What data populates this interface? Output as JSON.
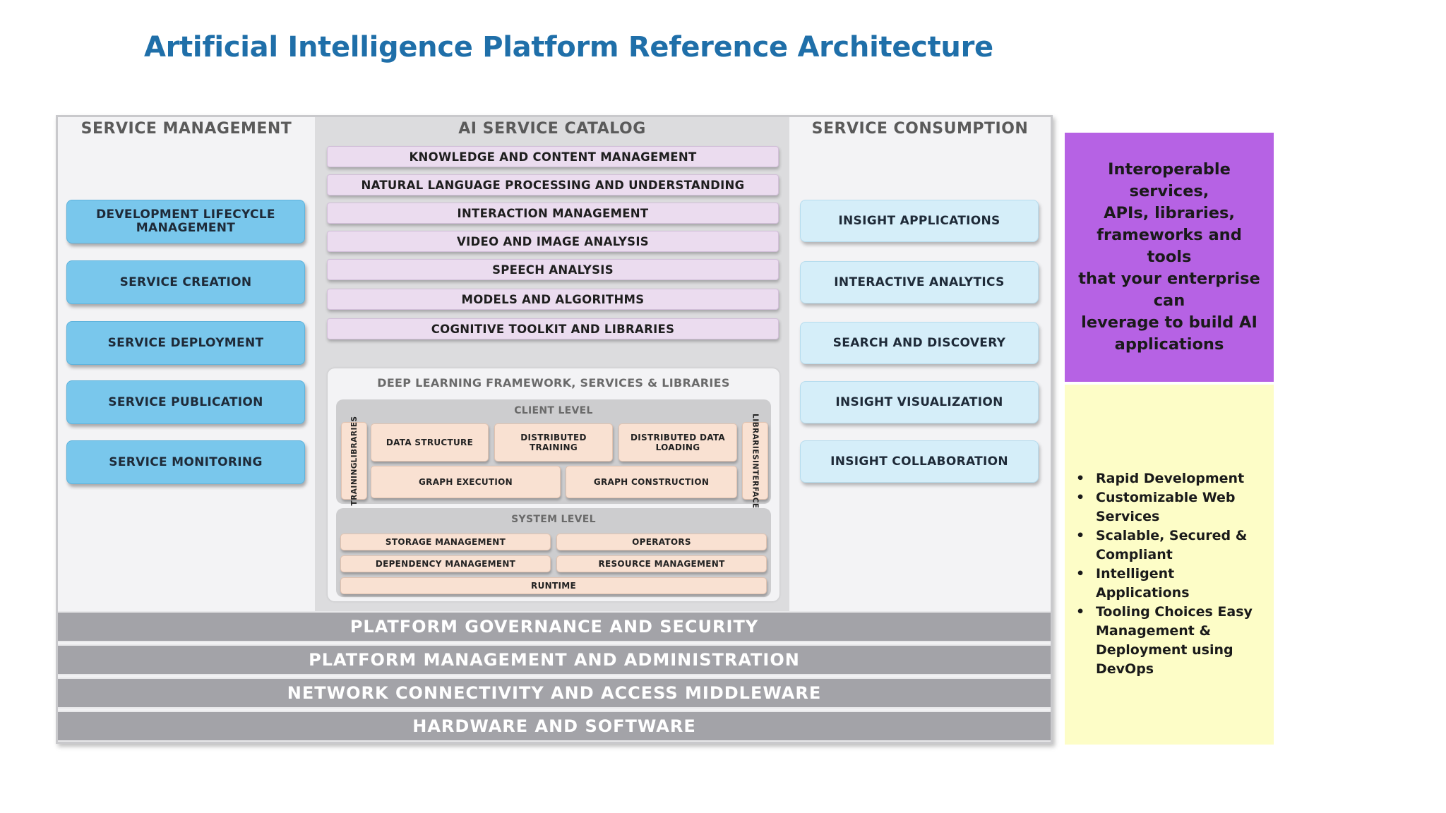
{
  "title": "Artificial Intelligence Platform Reference Architecture",
  "service_management": {
    "heading": "SERVICE MANAGEMENT",
    "items": [
      {
        "line1": "DEVELOPMENT LIFECYCLE",
        "line2": "MANAGEMENT"
      },
      {
        "line1": "SERVICE CREATION",
        "line2": ""
      },
      {
        "line1": "SERVICE DEPLOYMENT",
        "line2": ""
      },
      {
        "line1": "SERVICE PUBLICATION",
        "line2": ""
      },
      {
        "line1": "SERVICE MONITORING",
        "line2": ""
      }
    ]
  },
  "ai_service_catalog": {
    "heading": "AI SERVICE CATALOG",
    "items": [
      "KNOWLEDGE AND CONTENT MANAGEMENT",
      "NATURAL LANGUAGE PROCESSING AND UNDERSTANDING",
      "INTERACTION MANAGEMENT",
      "VIDEO AND IMAGE ANALYSIS",
      "SPEECH ANALYSIS",
      "MODELS AND ALGORITHMS",
      "COGNITIVE TOOLKIT AND LIBRARIES"
    ],
    "deep_learning": {
      "heading": "DEEP LEARNING FRAMEWORK, SERVICES & LIBRARIES",
      "client_level": {
        "heading": "CLIENT LEVEL",
        "training_libraries": {
          "line1": "TRAINING",
          "line2": "LIBRARIES"
        },
        "interface_libraries": {
          "line1": "INTERFACE",
          "line2": "LIBRARIES"
        },
        "data_structure": "DATA STRUCTURE",
        "distributed_training": {
          "line1": "DISTRIBUTED",
          "line2": "TRAINING"
        },
        "distributed_data_loading": {
          "line1": "DISTRIBUTED DATA",
          "line2": "LOADING"
        },
        "graph_execution": "GRAPH EXECUTION",
        "graph_construction": "GRAPH CONSTRUCTION"
      },
      "system_level": {
        "heading": "SYSTEM LEVEL",
        "storage_management": "STORAGE MANAGEMENT",
        "operators": "OPERATORS",
        "dependency_management": "DEPENDENCY MANAGEMENT",
        "resource_management": "RESOURCE MANAGEMENT",
        "runtime": "RUNTIME"
      }
    }
  },
  "service_consumption": {
    "heading": "SERVICE CONSUMPTION",
    "items": [
      "INSIGHT APPLICATIONS",
      "INTERACTIVE ANALYTICS",
      "SEARCH AND DISCOVERY",
      "INSIGHT VISUALIZATION",
      "INSIGHT COLLABORATION"
    ]
  },
  "bottom_layers": [
    "PLATFORM GOVERNANCE AND SECURITY",
    "PLATFORM MANAGEMENT AND ADMINISTRATION",
    "NETWORK CONNECTIVITY AND ACCESS MIDDLEWARE",
    "HARDWARE AND SOFTWARE"
  ],
  "purple_callout": {
    "lines": [
      "Interoperable services,",
      "APIs, libraries,",
      "frameworks and tools",
      "that your enterprise can",
      "leverage to build AI",
      "applications"
    ]
  },
  "benefits": [
    {
      "line1": "Rapid Development",
      "line2": "",
      "line3": "",
      "line4": ""
    },
    {
      "line1": "Customizable Web",
      "line2": "Services",
      "line3": "",
      "line4": ""
    },
    {
      "line1": "Scalable, Secured &",
      "line2": "Compliant",
      "line3": "",
      "line4": ""
    },
    {
      "line1": "Intelligent Applications",
      "line2": "",
      "line3": "",
      "line4": ""
    },
    {
      "line1": "Tooling Choices Easy",
      "line2": "Management &",
      "line3": "Deployment using",
      "line4": "DevOps"
    }
  ],
  "colors": {
    "title": "#1f6fa9",
    "service_management_button": "#79c7ec",
    "service_consumption_button": "#d5eef9",
    "catalog_bar": "#ebdcef",
    "deep_learning_block": "#f9e1d2",
    "layer_bar": "#a3a3a8",
    "purple_callout": "#b662e4",
    "yellow_panel": "#fdfdc7"
  }
}
